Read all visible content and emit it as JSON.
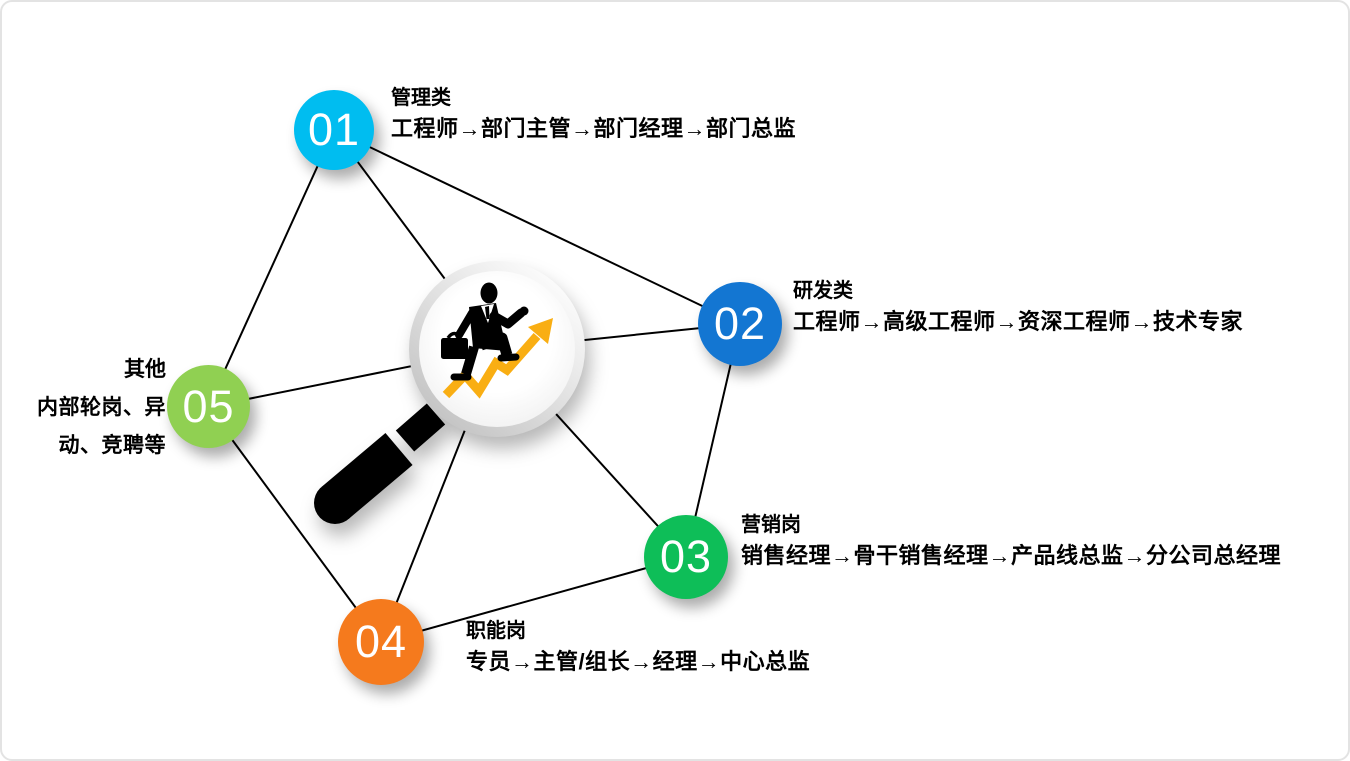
{
  "canvas": {
    "background": "#ffffff",
    "border_color": "#e3e3e3",
    "line_color": "#000000"
  },
  "center_graphic": {
    "description": "magnifying glass with businessman climbing a rising zigzag arrow",
    "arrow_color": "#F9AE13",
    "figure_color": "#000000",
    "handle_color": "#000000"
  },
  "nodes": [
    {
      "id": "01",
      "number": "01",
      "title": "管理类",
      "path": "工程师→部门主管→部门经理→部门总监",
      "color": "#00BDF0"
    },
    {
      "id": "02",
      "number": "02",
      "title": "研发类",
      "path": "工程师→高级工程师→资深工程师→技术专家",
      "color": "#1376D2"
    },
    {
      "id": "03",
      "number": "03",
      "title": "营销岗",
      "path": "销售经理→骨干销售经理→产品线总监→分公司总经理",
      "color": "#0EBE58"
    },
    {
      "id": "04",
      "number": "04",
      "title": "职能岗",
      "path": "专员→主管/组长→经理→中心总监",
      "color": "#F57A1D"
    },
    {
      "id": "05",
      "number": "05",
      "title": "其他",
      "path": "内部轮岗、异\n动、竞聘等",
      "color": "#90D052"
    }
  ],
  "edges": [
    [
      "01",
      "02"
    ],
    [
      "02",
      "03"
    ],
    [
      "03",
      "04"
    ],
    [
      "04",
      "05"
    ],
    [
      "05",
      "01"
    ],
    [
      "center",
      "01"
    ],
    [
      "center",
      "02"
    ],
    [
      "center",
      "03"
    ],
    [
      "center",
      "04"
    ],
    [
      "center",
      "05"
    ]
  ]
}
